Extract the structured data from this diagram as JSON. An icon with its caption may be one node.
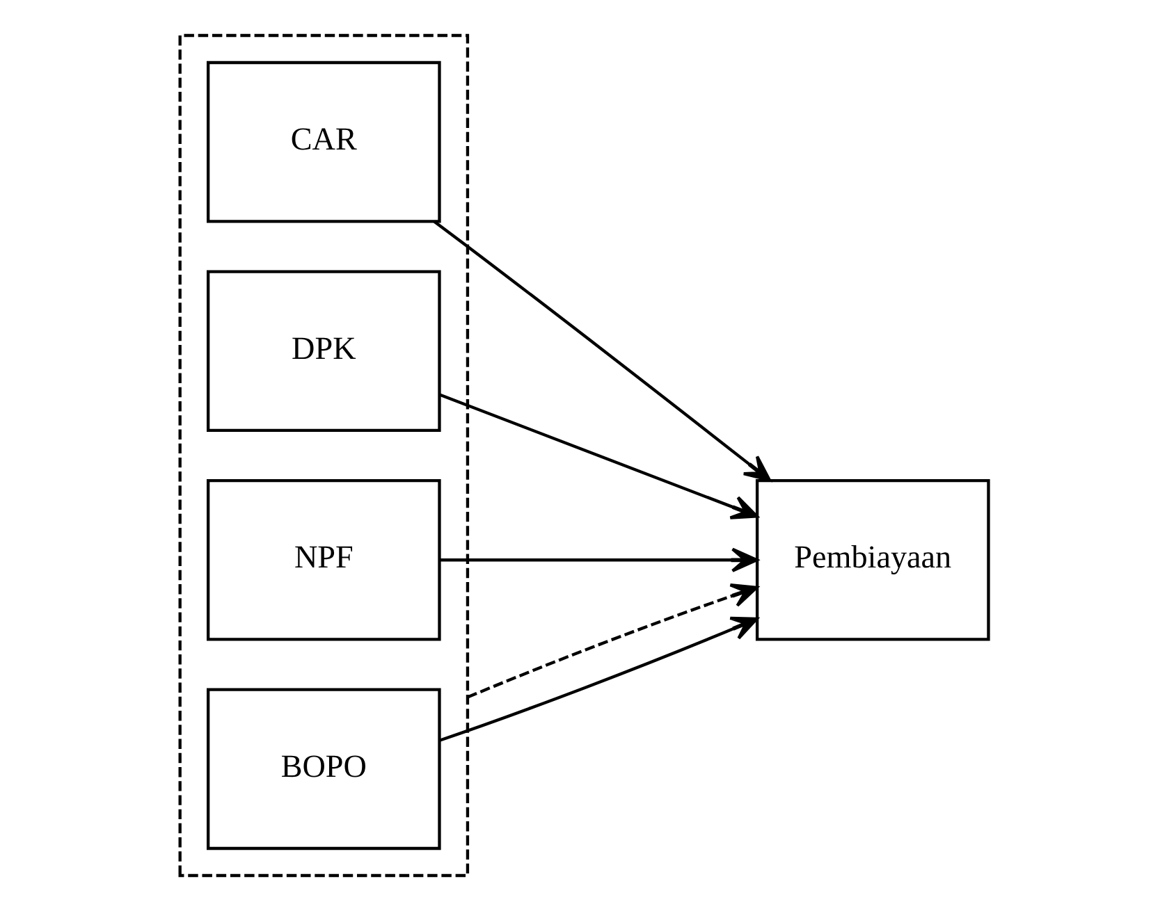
{
  "diagram": {
    "nodes": [
      {
        "text": [],
        "shape": "box"
      },
      {
        "text": [
          "CAR"
        ],
        "in": 0
      },
      {
        "text": [
          "DPK"
        ],
        "in": 0
      },
      {
        "text": [
          "NPF"
        ],
        "in": 0
      },
      {
        "text": [
          "BOPO"
        ],
        "in": 0
      },
      {
        "text": [
          "Pembiayaan"
        ]
      }
    ],
    "edges": [
      {
        "from": 1,
        "to": 5,
        "arrow": "to"
      },
      {
        "from": 2,
        "to": 5,
        "arrow": "to"
      },
      {
        "from": 3,
        "to": 5,
        "arrow": "to"
      },
      {
        "from": 4,
        "to": 5,
        "arrow": "to"
      },
      {
        "from": 0,
        "to": 5,
        "arrow": "to",
        "style": "dashed"
      }
    ]
  }
}
